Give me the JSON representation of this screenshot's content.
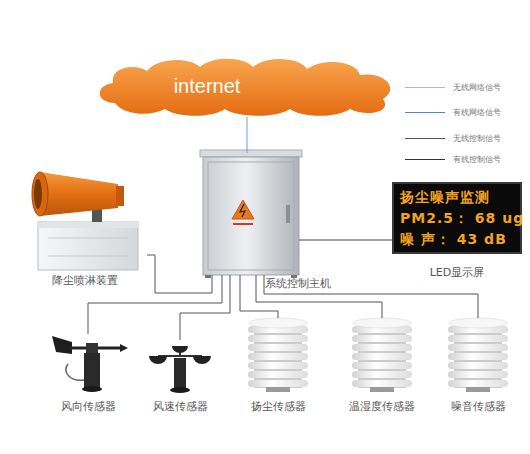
{
  "diagram": {
    "nodes": [
      {
        "text": [
          "internet"
        ]
      },
      {
        "text": [
          "降尘喷淋装置"
        ]
      },
      {
        "text": [
          "系统控制主机"
        ]
      },
      {
        "text": [
          "扬尘噪声监测",
          "PM2.5： 68 ug",
          "噪 声： 43 dB",
          "LED显示屏"
        ]
      },
      {
        "text": [
          "风向传感器"
        ]
      },
      {
        "text": [
          "风速传感器"
        ]
      },
      {
        "text": [
          "扬尘传感器"
        ]
      },
      {
        "text": [
          "温湿度传感器"
        ]
      },
      {
        "text": [
          "噪音传感器"
        ]
      }
    ],
    "edges": [
      {
        "from": 0,
        "to": 2,
        "arrow": "none"
      },
      {
        "from": 2,
        "to": 1,
        "arrow": "none"
      },
      {
        "from": 2,
        "to": 3,
        "arrow": "none"
      },
      {
        "from": 2,
        "to": 4,
        "arrow": "none"
      },
      {
        "from": 2,
        "to": 5,
        "arrow": "none"
      },
      {
        "from": 2,
        "to": 6,
        "arrow": "none"
      },
      {
        "from": 2,
        "to": 7,
        "arrow": "none"
      },
      {
        "from": 2,
        "to": 8,
        "arrow": "none"
      }
    ],
    "legend": [
      {
        "text": "无线网络信号"
      },
      {
        "text": "有线网络信号"
      },
      {
        "text": "无线控制信号"
      },
      {
        "text": "有线控制信号"
      }
    ]
  }
}
